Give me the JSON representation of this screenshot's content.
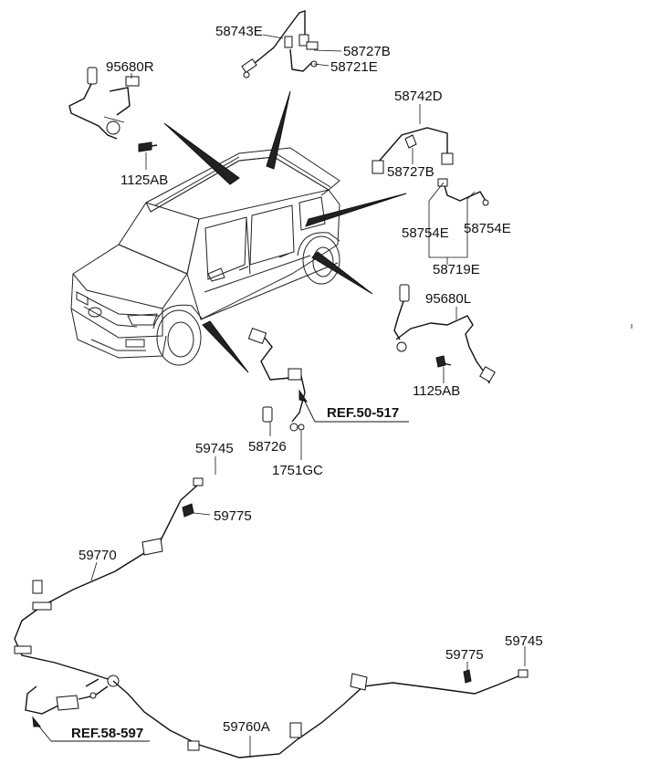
{
  "callouts": {
    "p58743E": "58743E",
    "p58727B_top": "58727B",
    "p58721E": "58721E",
    "p95680R": "95680R",
    "p1125AB_top": "1125AB",
    "p58742D": "58742D",
    "p58727B_right": "58727B",
    "p58754E_left": "58754E",
    "p58754E_right": "58754E",
    "p58719E": "58719E",
    "p95680L": "95680L",
    "p1125AB_right": "1125AB",
    "p58726": "58726",
    "p1751GC": "1751GC",
    "p59745_top": "59745",
    "p59775_top": "59775",
    "p59770": "59770",
    "p59775_right": "59775",
    "p59745_right": "59745",
    "p59760A": "59760A"
  },
  "references": {
    "ref_50_517": "REF.50-517",
    "ref_58_597": "REF.58-597"
  },
  "colors": {
    "line": "#111111",
    "background": "#ffffff"
  }
}
